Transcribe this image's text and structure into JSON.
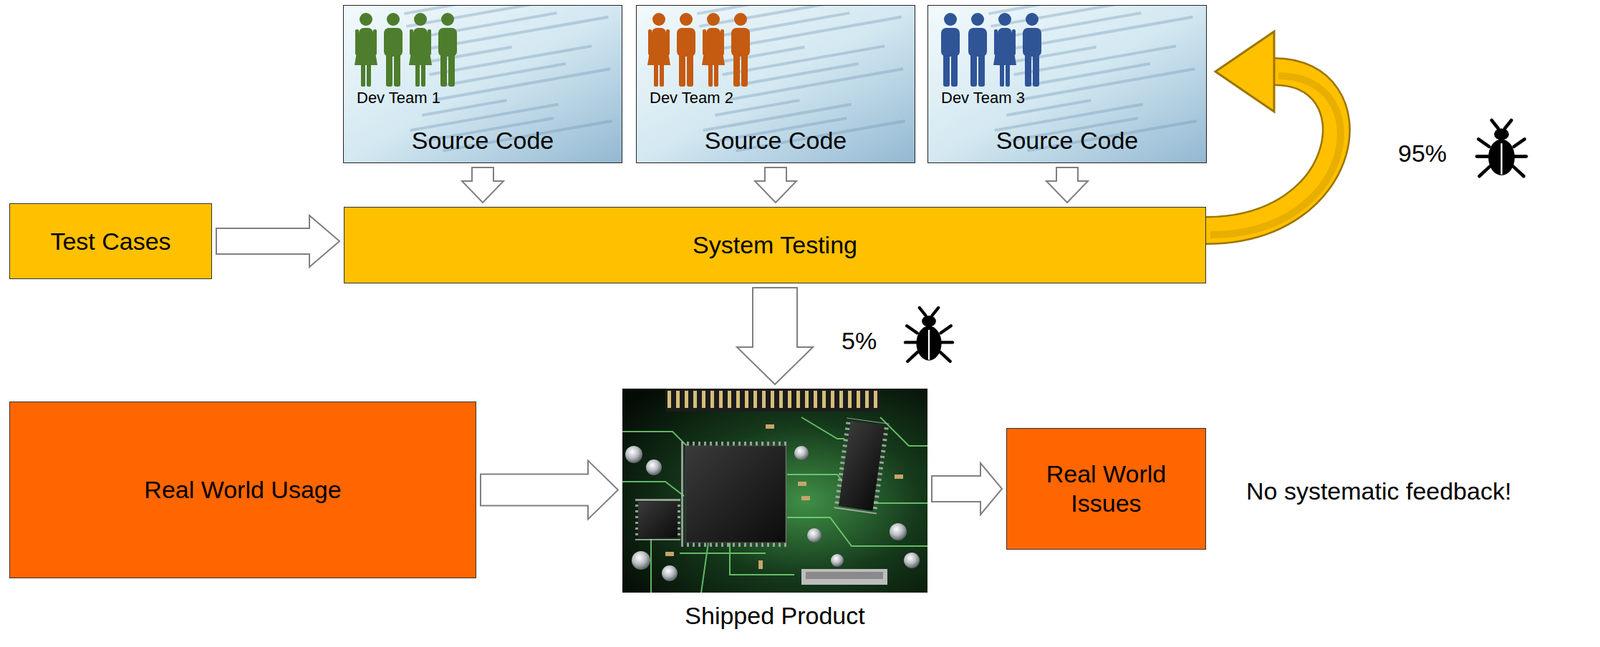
{
  "diagram": {
    "nodes": [
      {
        "text": [
          "Dev Team 1",
          "Source Code"
        ]
      },
      {
        "text": [
          "Dev Team 2",
          "Source Code"
        ]
      },
      {
        "text": [
          "Dev Team 3",
          "Source Code"
        ]
      },
      {
        "text": [
          "Test Cases"
        ]
      },
      {
        "text": [
          "System Testing"
        ]
      },
      {
        "text": [
          "Real World Usage"
        ]
      },
      {
        "text": [
          "Shipped Product"
        ]
      },
      {
        "text": [
          "Real World Issues"
        ]
      }
    ],
    "edges": [
      {
        "from": 0,
        "to": 4,
        "arrow": "to"
      },
      {
        "from": 1,
        "to": 4,
        "arrow": "to"
      },
      {
        "from": 2,
        "to": 4,
        "arrow": "to"
      },
      {
        "from": 3,
        "to": 4,
        "arrow": "to"
      },
      {
        "from": 4,
        "to": 6,
        "arrow": "to",
        "label": "5%"
      },
      {
        "from": 5,
        "to": 6,
        "arrow": "to"
      },
      {
        "from": 6,
        "to": 7,
        "arrow": "to"
      },
      {
        "from": 4,
        "to": 2,
        "arrow": "to",
        "label": "95%"
      }
    ],
    "labels": [
      "No systematic feedback!"
    ]
  }
}
